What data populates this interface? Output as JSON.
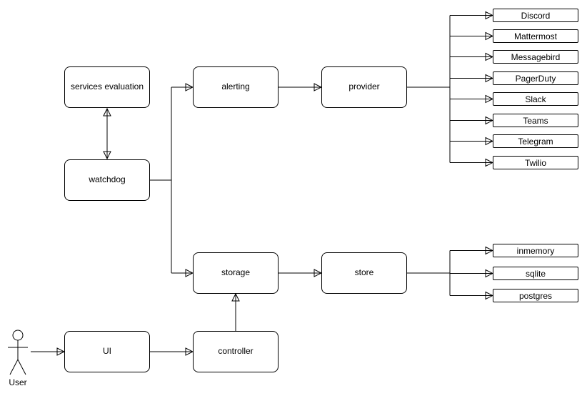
{
  "diagram": {
    "colors": {
      "stroke": "#000000",
      "node_fill": "#ffffff",
      "background": "#ffffff"
    },
    "nodes": {
      "services_evaluation": {
        "label": "services evaluation"
      },
      "watchdog": {
        "label": "watchdog"
      },
      "alerting": {
        "label": "alerting"
      },
      "provider": {
        "label": "provider"
      },
      "storage": {
        "label": "storage"
      },
      "store": {
        "label": "store"
      },
      "ui": {
        "label": "UI"
      },
      "controller": {
        "label": "controller"
      }
    },
    "providers": [
      "Discord",
      "Mattermost",
      "Messagebird",
      "PagerDuty",
      "Slack",
      "Teams",
      "Telegram",
      "Twilio"
    ],
    "stores": [
      "inmemory",
      "sqlite",
      "postgres"
    ],
    "actor": {
      "label": "User"
    }
  }
}
